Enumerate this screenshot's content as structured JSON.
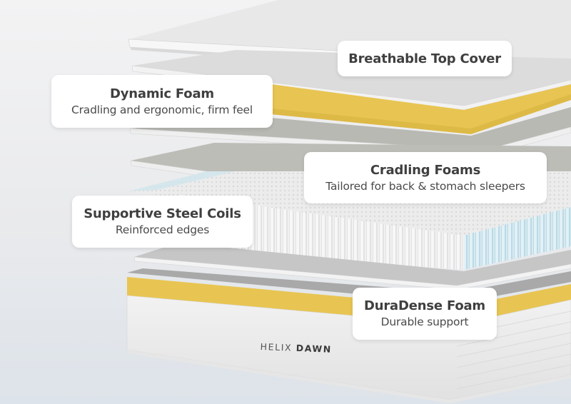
{
  "product": {
    "brand": "HELIX",
    "model": "DAWN"
  },
  "callouts": [
    {
      "id": "top-cover",
      "title": "Breathable Top Cover",
      "subtitle": ""
    },
    {
      "id": "dynamic-foam",
      "title": "Dynamic Foam",
      "subtitle": "Cradling and ergonomic, firm feel"
    },
    {
      "id": "cradling-foams",
      "title": "Cradling Foams",
      "subtitle": "Tailored for back & stomach sleepers"
    },
    {
      "id": "steel-coils",
      "title": "Supportive Steel Coils",
      "subtitle": "Reinforced edges"
    },
    {
      "id": "duradense-foam",
      "title": "DuraDense Foam",
      "subtitle": "Durable support"
    }
  ],
  "colors": {
    "background_top": "#f3f3f4",
    "background_bottom": "#dde3ea",
    "foam_yellow": "#e8c552",
    "coil_blue": "#cfe6ee",
    "foam_gray": "#b9b9b4",
    "cover_white": "#efefef",
    "callout_bg": "#ffffff",
    "text_dark": "#3f3f3f"
  }
}
